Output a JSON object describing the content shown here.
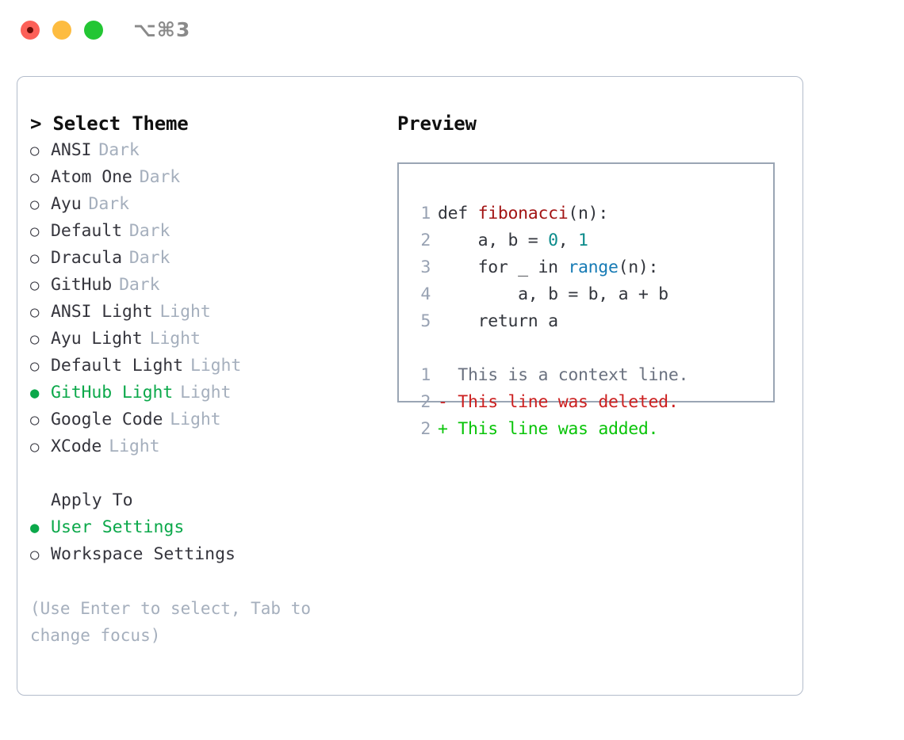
{
  "window": {
    "title": "⌥⌘3",
    "traffic_lights": [
      "close",
      "minimize",
      "maximize"
    ]
  },
  "theme_panel": {
    "header": "> Select Theme",
    "bullet_unselected": "○",
    "bullet_selected": "●",
    "items": [
      {
        "name": "ANSI",
        "kind": "Dark",
        "selected": false
      },
      {
        "name": "Atom One",
        "kind": "Dark",
        "selected": false
      },
      {
        "name": "Ayu",
        "kind": "Dark",
        "selected": false
      },
      {
        "name": "Default",
        "kind": "Dark",
        "selected": false
      },
      {
        "name": "Dracula",
        "kind": "Dark",
        "selected": false
      },
      {
        "name": "GitHub",
        "kind": "Dark",
        "selected": false
      },
      {
        "name": "ANSI Light",
        "kind": "Light",
        "selected": false
      },
      {
        "name": "Ayu Light",
        "kind": "Light",
        "selected": false
      },
      {
        "name": "Default Light",
        "kind": "Light",
        "selected": false
      },
      {
        "name": "GitHub Light",
        "kind": "Light",
        "selected": true
      },
      {
        "name": "Google Code",
        "kind": "Light",
        "selected": false
      },
      {
        "name": "XCode",
        "kind": "Light",
        "selected": false
      }
    ]
  },
  "apply_to": {
    "label": "Apply To",
    "options": [
      {
        "name": "User Settings",
        "selected": true
      },
      {
        "name": "Workspace Settings",
        "selected": false
      }
    ]
  },
  "hint": "(Use Enter to select, Tab to change focus)",
  "preview": {
    "header": "Preview",
    "code_lines": [
      {
        "num": "1",
        "segments": [
          {
            "text": "def ",
            "type": "plain"
          },
          {
            "text": "fibonacci",
            "type": "fn"
          },
          {
            "text": "(n):",
            "type": "plain"
          }
        ]
      },
      {
        "num": "2",
        "segments": [
          {
            "text": "    a, b = ",
            "type": "plain"
          },
          {
            "text": "0",
            "type": "num"
          },
          {
            "text": ", ",
            "type": "plain"
          },
          {
            "text": "1",
            "type": "num"
          }
        ]
      },
      {
        "num": "3",
        "segments": [
          {
            "text": "    for _ in ",
            "type": "plain"
          },
          {
            "text": "range",
            "type": "call"
          },
          {
            "text": "(n):",
            "type": "plain"
          }
        ]
      },
      {
        "num": "4",
        "segments": [
          {
            "text": "        a, b = b, a + b",
            "type": "plain"
          }
        ]
      },
      {
        "num": "5",
        "segments": [
          {
            "text": "    return a",
            "type": "plain"
          }
        ]
      }
    ],
    "diff_lines": [
      {
        "num": "1",
        "marker": "  ",
        "text": "This is a context line.",
        "type": "ctx"
      },
      {
        "num": "2",
        "marker": "- ",
        "text": "This line was deleted.",
        "type": "del"
      },
      {
        "num": "2",
        "marker": "+ ",
        "text": "This line was added.",
        "type": "add"
      }
    ]
  },
  "colors": {
    "accent_green": "#0ba84a",
    "muted": "#a5afbd",
    "panel_border": "#b3bccb",
    "preview_border": "#9aa5b4",
    "diff_delete": "#cc2020",
    "diff_add": "#09c409",
    "token_function": "#a31515",
    "token_number": "#0b8b8b",
    "token_call": "#177bb5",
    "gutter": "#98a2b3",
    "traffic_red": "#fc6058",
    "traffic_yellow": "#fdbc40",
    "traffic_green": "#23c634"
  }
}
